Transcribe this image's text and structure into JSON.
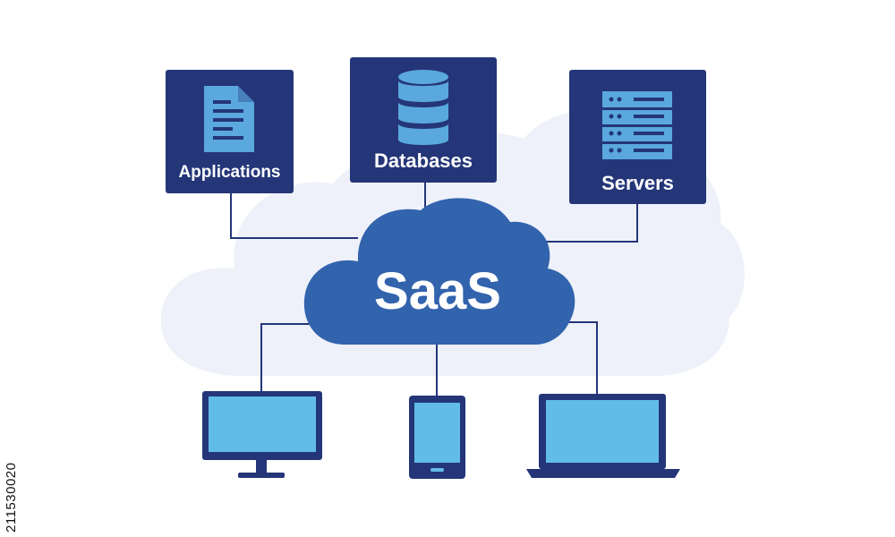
{
  "colors": {
    "navy": "#243678",
    "tile_icon": "#5aa8dd",
    "device_screen": "#62bde6",
    "cloud": "#3263ad",
    "halo": "#eef1f9",
    "line": "#243678"
  },
  "center": {
    "label": "SaaS",
    "icon": "cloud-icon"
  },
  "resources": [
    {
      "label": "Applications",
      "icon": "document-icon"
    },
    {
      "label": "Databases",
      "icon": "database-icon"
    },
    {
      "label": "Servers",
      "icon": "server-rack-icon"
    }
  ],
  "devices": [
    {
      "icon": "desktop-monitor-icon"
    },
    {
      "icon": "tablet-icon"
    },
    {
      "icon": "laptop-icon"
    }
  ],
  "stock_id": "211530020"
}
